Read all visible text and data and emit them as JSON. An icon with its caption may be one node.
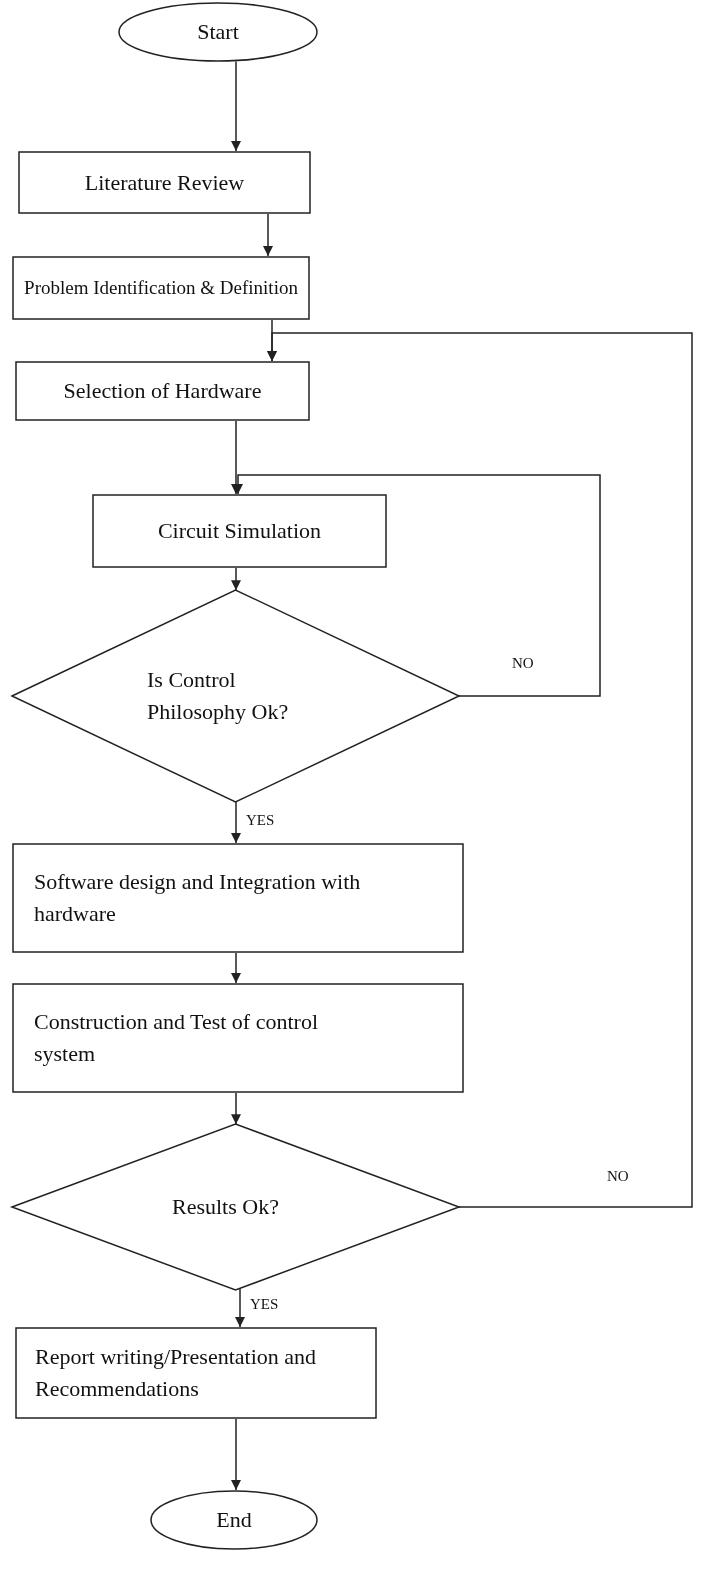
{
  "diagram": {
    "nodes": [
      {
        "text": [
          "Start"
        ]
      },
      {
        "text": [
          "Literature Review"
        ]
      },
      {
        "text": [
          "Problem Identification & Definition"
        ]
      },
      {
        "text": [
          "Selection of Hardware"
        ]
      },
      {
        "text": [
          "Circuit Simulation"
        ]
      },
      {
        "text": [
          "Is Control Philosophy Ok?"
        ]
      },
      {
        "text": [
          "Software design and Integration with hardware"
        ]
      },
      {
        "text": [
          "Construction and Test of control system"
        ]
      },
      {
        "text": [
          "Results Ok?"
        ]
      },
      {
        "text": [
          "Report writing/Presentation and Recommendations"
        ]
      },
      {
        "text": [
          "End"
        ]
      }
    ],
    "edges": [
      {
        "from": 0,
        "to": 1,
        "arrow": "to"
      },
      {
        "from": 1,
        "to": 2,
        "arrow": "to"
      },
      {
        "from": 2,
        "to": 3,
        "arrow": "to"
      },
      {
        "from": 3,
        "to": 4,
        "arrow": "to"
      },
      {
        "from": 4,
        "to": 5,
        "arrow": "to"
      },
      {
        "from": 5,
        "to": 6,
        "arrow": "to",
        "label": "YES"
      },
      {
        "from": 6,
        "to": 7,
        "arrow": "to"
      },
      {
        "from": 7,
        "to": 8,
        "arrow": "to"
      },
      {
        "from": 8,
        "to": 9,
        "arrow": "to",
        "label": "YES"
      },
      {
        "from": 9,
        "to": 10,
        "arrow": "to"
      },
      {
        "from": 5,
        "to": 4,
        "arrow": "to",
        "label": "NO"
      },
      {
        "from": 8,
        "to": 3,
        "arrow": "to",
        "label": "NO"
      }
    ]
  }
}
